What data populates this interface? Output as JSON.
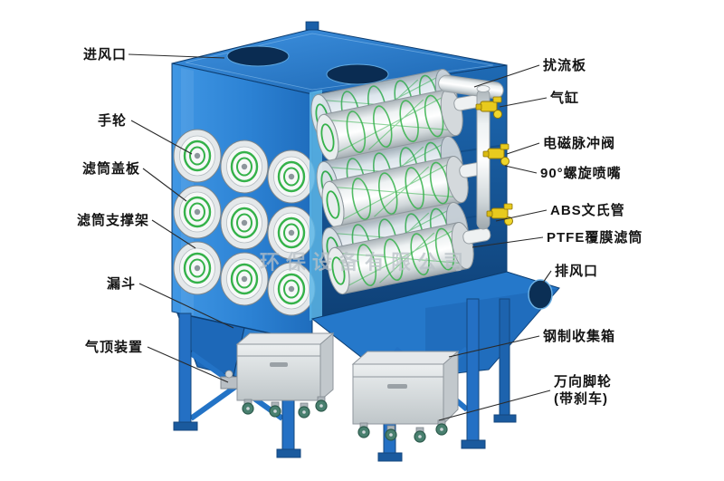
{
  "labels": {
    "left": [
      {
        "id": "air-inlet",
        "text": "进风口"
      },
      {
        "id": "handwheel",
        "text": "手轮"
      },
      {
        "id": "filter-cover-plate",
        "text": "滤筒盖板"
      },
      {
        "id": "filter-support-frame",
        "text": "滤筒支撑架"
      },
      {
        "id": "hopper",
        "text": "漏斗"
      },
      {
        "id": "air-top-device",
        "text": "气顶装置"
      }
    ],
    "right": [
      {
        "id": "baffle-plate",
        "text": "扰流板"
      },
      {
        "id": "air-cylinder",
        "text": "气缸"
      },
      {
        "id": "solenoid-pulse-valve",
        "text": "电磁脉冲阀"
      },
      {
        "id": "spiral-nozzle-90",
        "text": "90°螺旋喷嘴"
      },
      {
        "id": "abs-venturi-tube",
        "text": "ABS文氏管"
      },
      {
        "id": "ptfe-filter-cartridge",
        "text": "PTFE覆膜滤筒"
      },
      {
        "id": "air-outlet",
        "text": "排风口"
      },
      {
        "id": "steel-collection-box",
        "text": "钢制收集箱"
      },
      {
        "id": "universal-caster",
        "text": "万向脚轮\n(带刹车)"
      }
    ]
  },
  "watermark": "环保设备有限公司",
  "colors": {
    "machine_blue": "#2e84d8",
    "machine_blue_dark": "#155a9e",
    "machine_blue_deep": "#0b2f55",
    "filter_green": "#35b24a",
    "valve_yellow": "#e8ca1e",
    "cartridge_white": "#eef1f2",
    "box_gray": "#d2d7da",
    "label_text": "#141414",
    "leader_line": "#2a2a2a"
  }
}
